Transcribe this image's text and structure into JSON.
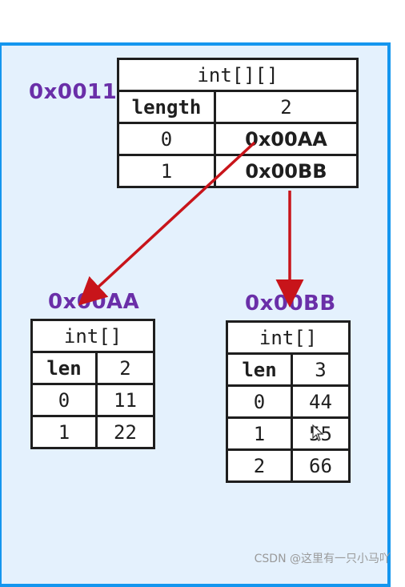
{
  "outer": {
    "address": "0x0011",
    "type": "int[][]",
    "rows": [
      {
        "key": "length",
        "value": "2"
      },
      {
        "key": "0",
        "value": "0x00AA"
      },
      {
        "key": "1",
        "value": "0x00BB"
      }
    ]
  },
  "inner_a": {
    "address": "0x00AA",
    "type": "int[]",
    "rows": [
      {
        "key": "len",
        "value": "2"
      },
      {
        "key": "0",
        "value": "11"
      },
      {
        "key": "1",
        "value": "22"
      }
    ]
  },
  "inner_b": {
    "address": "0x00BB",
    "type": "int[]",
    "rows": [
      {
        "key": "len",
        "value": "3"
      },
      {
        "key": "0",
        "value": "44"
      },
      {
        "key": "1",
        "value": "55"
      },
      {
        "key": "2",
        "value": "66"
      }
    ]
  },
  "colors": {
    "arrow": "#c8141a",
    "address": "#6a2fa8",
    "type_label": "#d42a1e",
    "value": "#1d2cbb",
    "panel_border": "#1496ef",
    "panel_fill": "#e4f1fd"
  },
  "watermark": "CSDN @这里有一只小马吖"
}
